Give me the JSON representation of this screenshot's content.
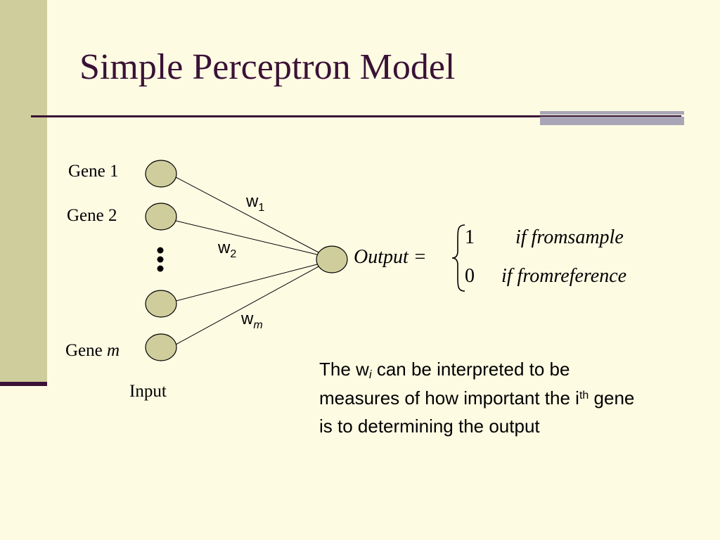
{
  "title": "Simple Perceptron Model",
  "inputs": {
    "gene1": "Gene 1",
    "gene2": "Gene 2",
    "gene_m_prefix": "Gene ",
    "gene_m_var": "m",
    "input_label": "Input"
  },
  "weights": {
    "w1_base": "w",
    "w1_sub": "1",
    "w2_base": "w",
    "w2_sub": "2",
    "wm_base": "w",
    "wm_sub": "m"
  },
  "equation": {
    "lhs": "Output =",
    "case1_value": "1",
    "case1_condition": "if fromsample",
    "case2_value": "0",
    "case2_condition": "if fromreference"
  },
  "note": {
    "part1": "The w",
    "sub_i": "i",
    "part2": " can be interpreted to be measures of how important the i",
    "sup_th": "th",
    "part3": " gene is to determining the output"
  },
  "colors": {
    "background": "#fefbe3",
    "node_fill": "#cfcd9c",
    "title": "#3a1236",
    "side_bar": "#cfcd9c"
  }
}
